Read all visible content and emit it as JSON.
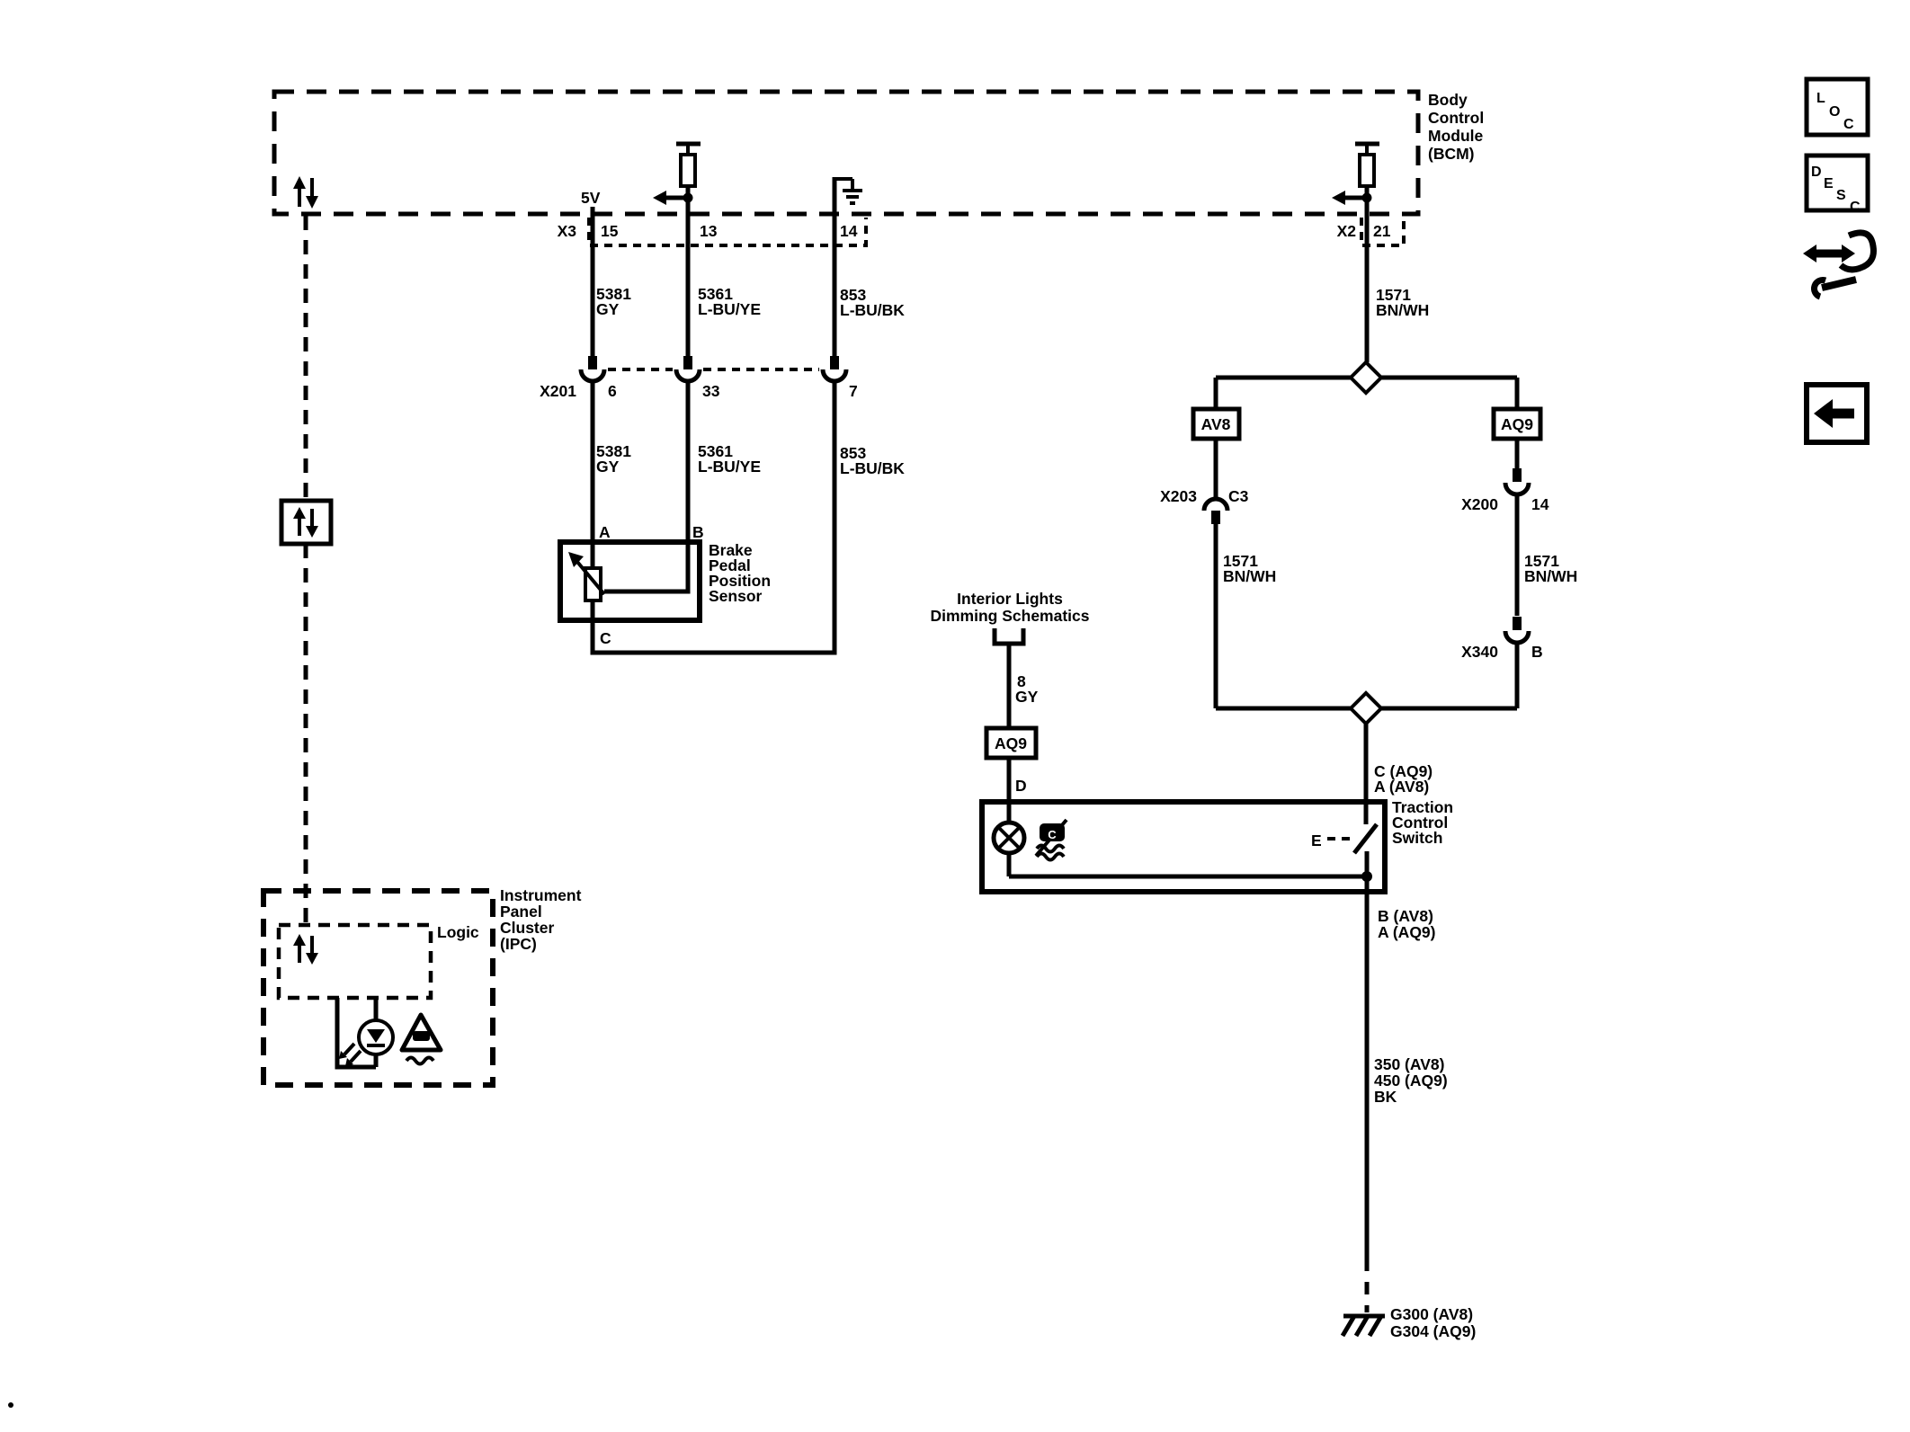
{
  "page": {
    "background": "#ffffff",
    "ink": "#000000"
  },
  "bcm": {
    "name_lines": [
      "Body",
      "Control",
      "Module",
      "(BCM)"
    ],
    "supply": "5V",
    "x3": "X3",
    "x3_pins": [
      "15",
      "13",
      "14"
    ],
    "x2": "X2",
    "x2_pin": "21"
  },
  "x201": {
    "label": "X201",
    "pins": [
      "6",
      "33",
      "7"
    ]
  },
  "wires": {
    "c5381": {
      "circuit": "5381",
      "color": "GY"
    },
    "c5361": {
      "circuit": "5361",
      "color": "L-BU/YE"
    },
    "c853": {
      "circuit": "853",
      "color": "L-BU/BK"
    },
    "c1571": {
      "circuit": "1571",
      "color": "BN/WH"
    },
    "c8": {
      "circuit": "8",
      "color": "GY"
    },
    "c350_lines": [
      "350 (AV8)",
      "450 (AQ9)",
      "BK"
    ]
  },
  "sensor": {
    "pin_a": "A",
    "pin_b": "B",
    "pin_c": "C",
    "name_lines": [
      "Brake",
      "Pedal",
      "Position",
      "Sensor"
    ]
  },
  "options": {
    "av8": "AV8",
    "aq9": "AQ9"
  },
  "x203": {
    "label": "X203",
    "pin": "C3"
  },
  "x200": {
    "label": "X200",
    "pin": "14"
  },
  "x340": {
    "label": "X340",
    "pin": "B"
  },
  "tcs": {
    "pin_top_1": "C (AQ9)",
    "pin_top_2": "A (AV8)",
    "name_lines": [
      "Traction",
      "Control",
      "Switch"
    ],
    "pin_bot_1": "B (AV8)",
    "pin_bot_2": "A (AQ9)",
    "pin_d": "D",
    "contact": "E"
  },
  "interior": {
    "line1": "Interior Lights",
    "line2": "Dimming Schematics"
  },
  "ground": {
    "g1": "G300 (AV8)",
    "g2": "G304 (AQ9)"
  },
  "ipc": {
    "name_lines": [
      "Instrument",
      "Panel",
      "Cluster",
      "(IPC)"
    ],
    "logic": "Logic"
  },
  "sidebar": {
    "loc": [
      "L",
      "O",
      "C"
    ],
    "desc": [
      "D",
      "E",
      "S",
      "C"
    ]
  },
  "misc": {
    "dot": "."
  }
}
